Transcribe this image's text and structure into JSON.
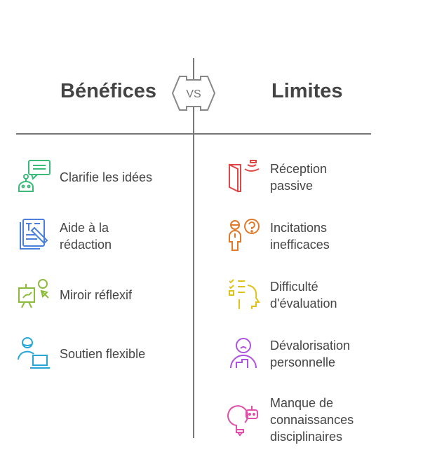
{
  "header": {
    "left_title": "Bénéfices",
    "vs_label": "VS",
    "right_title": "Limites"
  },
  "benefits": [
    {
      "label": "Clarifie les idées",
      "icon": "robot-chat-icon",
      "color": "#3cba7a"
    },
    {
      "label": "Aide à la rédaction",
      "icon": "document-pencil-icon",
      "color": "#4a7fdc"
    },
    {
      "label": "Miroir réflexif",
      "icon": "easel-person-icon",
      "color": "#8cbb3c"
    },
    {
      "label": "Soutien flexible",
      "icon": "person-laptop-icon",
      "color": "#27a6d8"
    }
  ],
  "limits": [
    {
      "label": "Réception passive",
      "icon": "door-signal-icon",
      "color": "#e04848"
    },
    {
      "label": "Incitations inefficaces",
      "icon": "person-question-icon",
      "color": "#e07a2a"
    },
    {
      "label": "Difficulté d'évaluation",
      "icon": "checklist-head-icon",
      "color": "#e0c21c"
    },
    {
      "label": "Dévalorisation personnelle",
      "icon": "sad-person-icon",
      "color": "#b052e0"
    },
    {
      "label": "Manque de connaissances disciplinaires",
      "icon": "bulb-robot-icon",
      "color": "#e050a8"
    }
  ]
}
